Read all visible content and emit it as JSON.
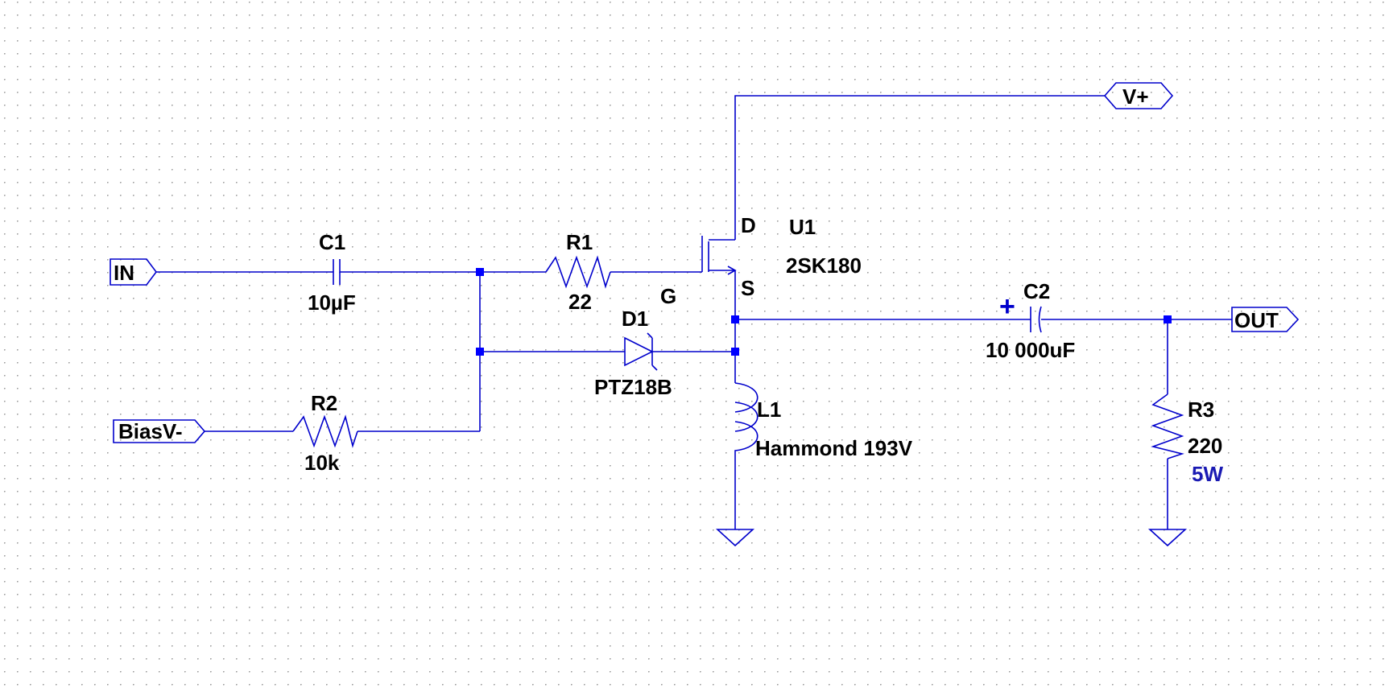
{
  "colors": {
    "wire": "#0000cc",
    "node": "#0000ff",
    "label": "#000000",
    "extra_value": "#1a1ab3",
    "grid_dot": "#9a9a9a",
    "background": "#ffffff"
  },
  "ports": {
    "in": "IN",
    "bias": "BiasV-",
    "vplus": "V+",
    "out": "OUT"
  },
  "components": {
    "c1": {
      "ref": "C1",
      "value": "10µF"
    },
    "r1": {
      "ref": "R1",
      "value": "22"
    },
    "r2": {
      "ref": "R2",
      "value": "10k"
    },
    "d1": {
      "ref": "D1",
      "value": "PTZ18B"
    },
    "u1": {
      "ref": "U1",
      "value": "2SK180",
      "pin_d": "D",
      "pin_g": "G",
      "pin_s": "S"
    },
    "c2": {
      "ref": "C2",
      "value": "10 000uF",
      "polarity": "+"
    },
    "l1": {
      "ref": "L1",
      "value": "Hammond 193V"
    },
    "r3": {
      "ref": "R3",
      "value": "220",
      "power": "5W"
    }
  }
}
